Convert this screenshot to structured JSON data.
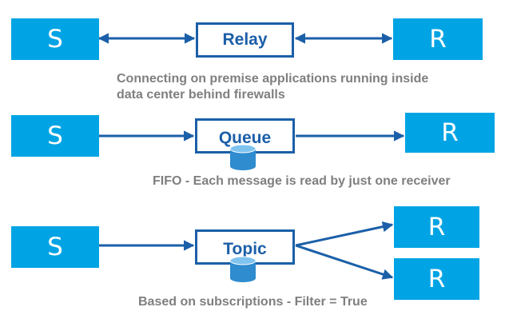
{
  "colors": {
    "node": "#00a4e4",
    "broker": "#1b5fa8",
    "caption": "#7f7f7f",
    "database": "#2e8ccf"
  },
  "relay": {
    "sender": "S",
    "receiver": "R",
    "broker": "Relay",
    "caption_lines": [
      "Connecting on premise applications running inside",
      "data center behind  firewalls"
    ]
  },
  "queue": {
    "sender": "S",
    "receiver": "R",
    "broker": "Queue",
    "caption": "FIFO - Each message is read by just one receiver"
  },
  "topic": {
    "sender": "S",
    "receivers": [
      "R",
      "R"
    ],
    "broker": "Topic",
    "caption": "Based on subscriptions - Filter = True"
  }
}
